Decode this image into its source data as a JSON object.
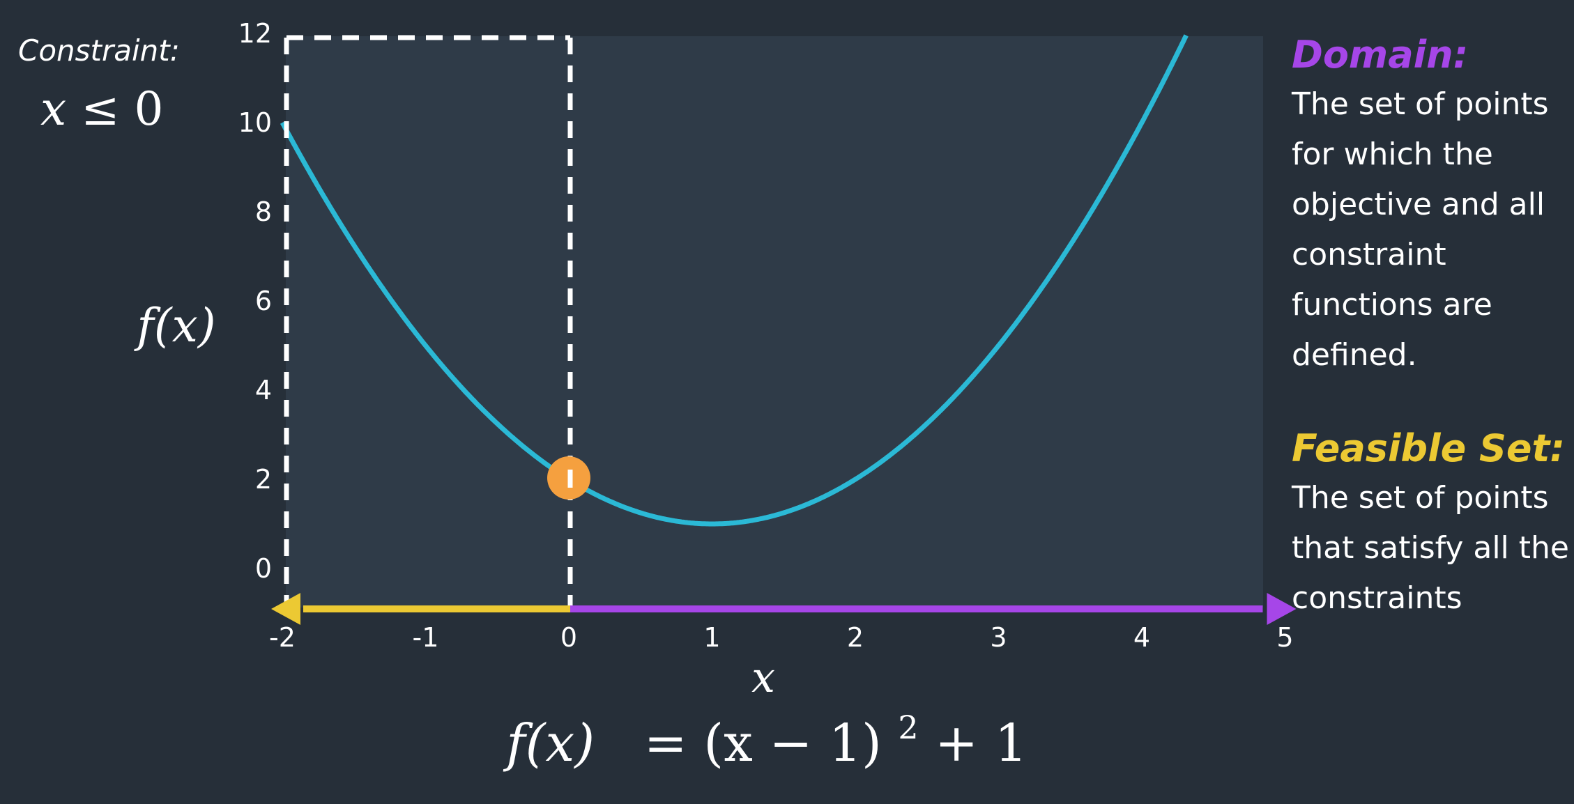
{
  "constraint": {
    "label": "Constraint:",
    "variable": "x",
    "relation": "≤",
    "value": "0"
  },
  "domain": {
    "title": "Domain:",
    "description": "The set of points for which the objective and all constraint functions are defined."
  },
  "feasible_set": {
    "title": "Feasible Set:",
    "description": "The set of points that satisfy all the constraints"
  },
  "formula": {
    "lhs": "f(x)",
    "rhs": "= (x − 1)",
    "exponent": "2",
    "tail": " + 1"
  },
  "colors": {
    "background": "#262f39",
    "plot_background": "#2f3b48",
    "curve": "#2bb9d6",
    "feasible": "#ecc933",
    "domain": "#a646e8",
    "point": "#f5a03f",
    "dashed": "#ffffff"
  },
  "chart_data": {
    "type": "line",
    "function": "(x-1)^2+1",
    "title": "",
    "xlabel": "x",
    "ylabel": "f(x)",
    "xlim": [
      -2,
      5
    ],
    "ylim": [
      -0.9,
      12
    ],
    "x_ticks": [
      -2,
      -1,
      0,
      1,
      2,
      3,
      4,
      5
    ],
    "x_tick_labels": [
      "-2",
      "-1",
      "0",
      "1",
      "2",
      "3",
      "4",
      "5"
    ],
    "y_ticks": [
      0,
      2,
      4,
      6,
      8,
      10,
      12
    ],
    "y_tick_labels": [
      "0",
      "2",
      "4",
      "6",
      "8",
      "10",
      "12"
    ],
    "grid": false,
    "feasible_interval": [
      -2,
      0
    ],
    "domain_interval": [
      -2,
      5
    ],
    "highlighted_point": {
      "x": 0,
      "y": 2
    },
    "constraint_boundary_x": [
      -2,
      0
    ],
    "constraint_box_top": 12
  }
}
